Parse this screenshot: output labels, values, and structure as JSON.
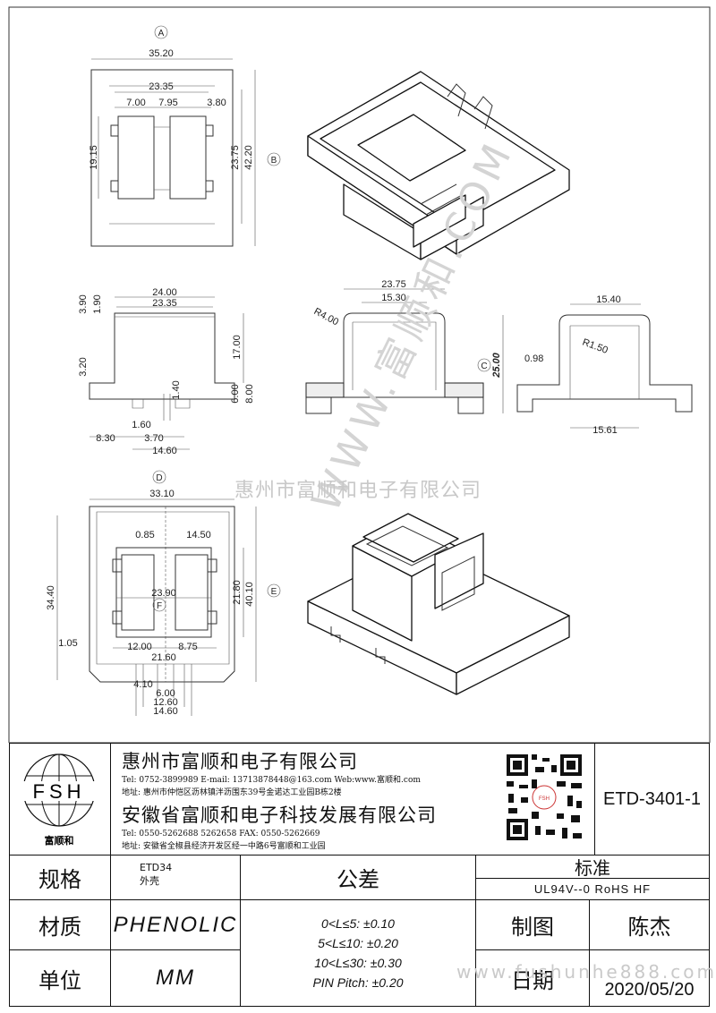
{
  "views": {
    "A": {
      "label": "A",
      "dims": [
        "35.20",
        "23.35",
        "7.00",
        "7.95",
        "3.80",
        "19.15",
        "23.75",
        "42.20"
      ]
    },
    "B": {
      "label": "B"
    },
    "front": {
      "dims": [
        "3.90",
        "1.90",
        "24.00",
        "23.35",
        "17.00",
        "3.20",
        "6.00",
        "8.00",
        "1.40",
        "1.60",
        "8.30",
        "3.70",
        "14.60"
      ]
    },
    "section": {
      "dims": [
        "23.75",
        "15.30",
        "R4.00"
      ]
    },
    "side": {
      "label": "C",
      "dims": [
        "15.40",
        "R1.50",
        "0.98",
        "25.00",
        "15.61"
      ]
    },
    "D": {
      "label": "D",
      "dims": [
        "33.10",
        "0.85",
        "14.50",
        "34.40",
        "23.90",
        "21.80",
        "40.10",
        "1.05",
        "12.00",
        "8.75",
        "21.60",
        "4.10",
        "6.00",
        "12.60",
        "14.60"
      ]
    },
    "E": {
      "label": "E"
    },
    "F": {
      "label": "F"
    }
  },
  "watermark": {
    "center": "惠州市富顺和电子有限公司",
    "diagonal": "WWW.富顺和.COM",
    "bottom": "www.fushunhe888.com"
  },
  "title_block": {
    "logo_text": "FSH",
    "logo_caption": "富顺和",
    "company1": "惠州市富顺和电子有限公司",
    "tel1": "Tel:   0752-3899989   E-mail: 13713878448@163.com   Web:www.富顺和.com",
    "addr1": "地址:  惠州市仲恺区沥林镇泮沥围东39号金诺达工业园B栋2楼",
    "company2": "安徽省富顺和电子科技发展有限公司",
    "tel2": "Tel:   0550-5262688   5262658       FAX:  0550-5262669",
    "addr2": "地址:  安徽省全椒县经济开发区经一中路6号富顺和工业园",
    "qr_caption": "FSH",
    "drawing_no": "ETD-3401-1",
    "spec_label": "规格",
    "spec_value_1": "ETD34",
    "spec_value_2": "外壳",
    "material_label": "材质",
    "material_value": "PHENOLIC",
    "unit_label": "单位",
    "unit_value": "MM",
    "tolerance_label": "公差",
    "tolerances": [
      "0<L≤5: ±0.10",
      "5<L≤10: ±0.20",
      "10<L≤30: ±0.30",
      "PIN Pitch: ±0.20"
    ],
    "standard_label": "标准",
    "standard_value": "UL94V--0  RoHS HF",
    "drawn_label": "制图",
    "drawn_value": "陈杰",
    "date_label": "日期",
    "date_value": "2020/05/20"
  }
}
